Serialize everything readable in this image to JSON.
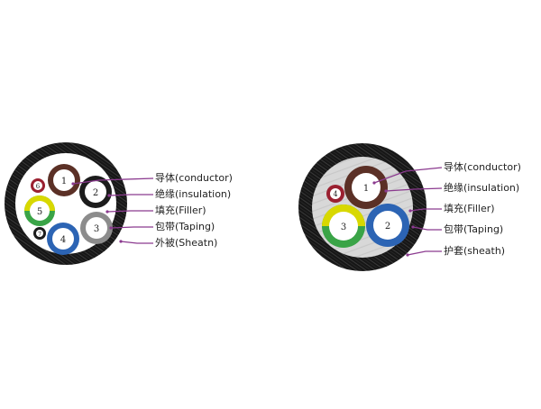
{
  "colors": {
    "sheath": "#1a1a1a",
    "filler": "#d9d9d9",
    "leader": "#8b3a8f",
    "insulation_brown": "#5b3026",
    "insulation_black": "#1c1c1c",
    "insulation_grey": "#8c8c8c",
    "insulation_blue": "#2c64b4",
    "insulation_yellow_green": "#cbd600",
    "insulation_red": "#9a2030",
    "conductor": "#ffffff"
  },
  "left_cable": {
    "cores": [
      "1",
      "2",
      "3",
      "4",
      "5",
      "6",
      "7"
    ],
    "labels": {
      "conductor": "导体(conductor)",
      "insulation": "绝缘(insulation)",
      "filler": "填充(Filler)",
      "taping": "包带(Taping)",
      "sheath": "外被(Sheatn)"
    }
  },
  "right_cable": {
    "cores": [
      "1",
      "2",
      "3",
      "4"
    ],
    "labels": {
      "conductor": "导体(conductor)",
      "insulation": "绝缘(insulation)",
      "filler": "填充(Filler)",
      "taping": "包带(Taping)",
      "sheath": "护套(sheath)"
    }
  }
}
